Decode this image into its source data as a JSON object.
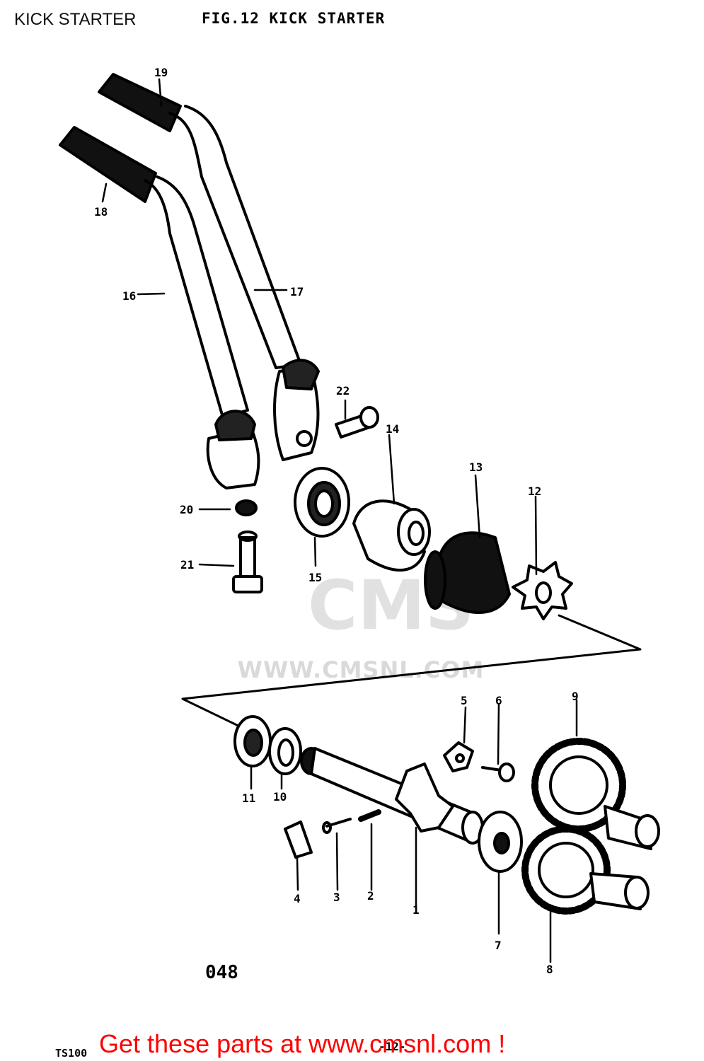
{
  "page": {
    "title": "KICK STARTER"
  },
  "figure": {
    "heading": "FIG.12  KICK STARTER",
    "code": "048",
    "model": "TS100",
    "page_number": "-12-"
  },
  "watermark": {
    "badge": "CMS",
    "url": "WWW.CMSNL.COM"
  },
  "promo": {
    "text": "Get these parts at www.cmsnl.com !"
  },
  "callouts": [
    "1",
    "2",
    "3",
    "4",
    "5",
    "6",
    "7",
    "8",
    "9",
    "10",
    "11",
    "12",
    "13",
    "14",
    "15",
    "16",
    "17",
    "18",
    "19",
    "20",
    "21",
    "22"
  ],
  "colors": {
    "ink": "#000000",
    "promo": "#ff0000",
    "watermark": "#8c8c8c"
  }
}
